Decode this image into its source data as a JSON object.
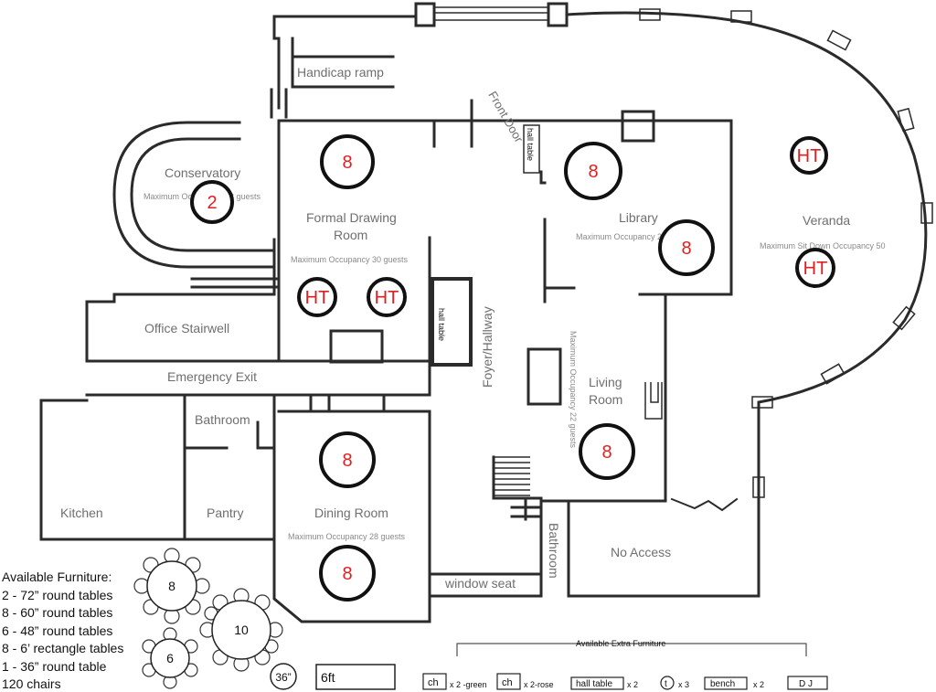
{
  "rooms": {
    "handicap_ramp": "Handicap ramp",
    "front_door": "Front Door",
    "conservatory": "Conservatory",
    "conservatory_occ": "Maximum Occupancy 13 guests",
    "formal_drawing_room": [
      "Formal Drawing",
      "Room"
    ],
    "formal_drawing_occ": "Maximum Occupancy  30 guests",
    "library": "Library",
    "library_occ": "Maximum Occupancy 28 guests",
    "veranda": "Veranda",
    "veranda_occ": "Maximum Sit Down Occupancy 50",
    "office_stairwell": "Office Stairwell",
    "emergency_exit": "Emergency Exit",
    "foyer_hallway": "Foyer/Hallway",
    "living_room": [
      "Living",
      "Room"
    ],
    "living_occ": "Maximum Occupancy 22 guests",
    "bathroom_left": "Bathroom",
    "kitchen": "Kitchen",
    "pantry": "Pantry",
    "dining_room": "Dining Room",
    "dining_occ": "Maximum Occupancy 28 guests",
    "window_seat": "window seat",
    "bathroom_right": "Bathroom",
    "no_access": "No Access",
    "hall_table_a": "hall table",
    "hall_table_b": "hall table"
  },
  "tables": {
    "conservatory": "2",
    "drawing_1": "8",
    "drawing_ht1": "HT",
    "drawing_ht2": "HT",
    "library_1": "8",
    "library_2": "8",
    "veranda_ht1": "HT",
    "veranda_ht2": "HT",
    "living": "8",
    "dining_1": "8",
    "dining_2": "8"
  },
  "furniture": {
    "title": "Available Furniture:",
    "items": [
      "2 - 72” round tables",
      "8 - 60” round tables",
      "6 - 48” round tables",
      "8 - 6’ rectangle tables",
      "1 - 36” round table",
      "120 chairs"
    ],
    "sample_8": "8",
    "sample_10": "10",
    "sample_6": "6",
    "sample_36": "36”",
    "sample_6ft": "6ft"
  },
  "extra": {
    "title": "Available Extra Furniture",
    "ch_green_box": "ch",
    "ch_green_qty": "x 2 -green",
    "ch_rose_box": "ch",
    "ch_rose_qty": "x 2-rose",
    "hall_table_box": "hall table",
    "hall_table_qty": "x 2",
    "t_box": "t",
    "t_qty": "x 3",
    "bench_box": "bench",
    "bench_qty": "x 2",
    "dj_box": "D J"
  }
}
